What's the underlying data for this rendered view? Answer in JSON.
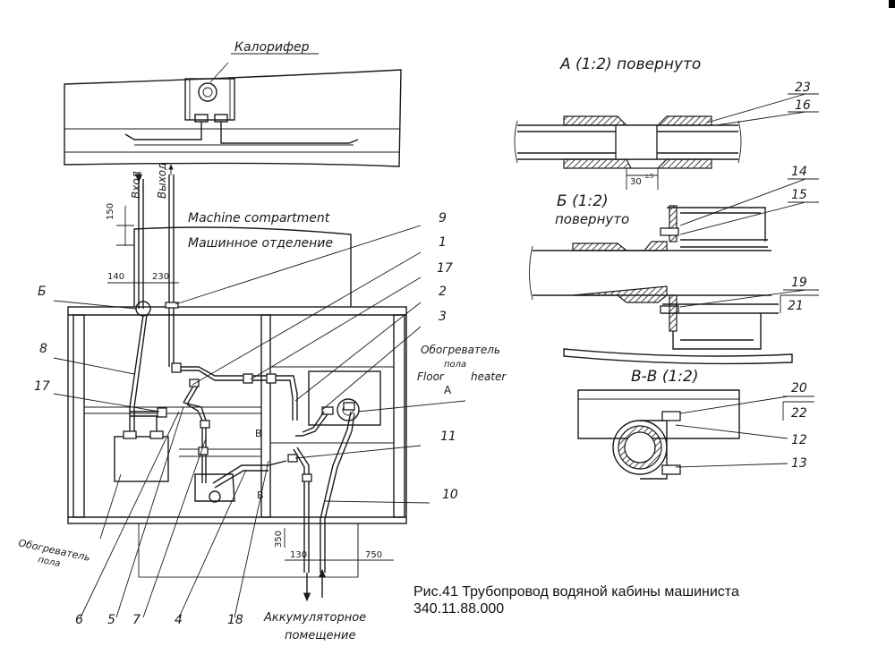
{
  "caption": {
    "line1": "Рис.41 Трубопровод водяной кабины машиниста",
    "line2": "340.11.88.000"
  },
  "labels": {
    "kalorifer": "Калорифер",
    "vhod": "Вход",
    "vyhod": "Выход",
    "machine_compartment_en": "Machine compartment",
    "machine_compartment_ru": "Машинное отделение",
    "obogrevatel_pola_right": "Обогреватель",
    "pola_right": "пола",
    "floor": "Floor",
    "heater": "heater",
    "obogrevatel_pola_left_1": "Обогреватель",
    "obogrevatel_pola_left_2": "пола",
    "akkum_1": "Аккумуляторное",
    "akkum_2": "помещение",
    "view_a": "А (1:2) повернуто",
    "view_b_1": "Б (1:2)",
    "view_b_2": "повернуто",
    "view_v": "В-В (1:2)",
    "marker_a": "А",
    "marker_b": "Б",
    "marker_v1": "В",
    "marker_v2": "В"
  },
  "dimensions": {
    "d150": "150",
    "d140": "140",
    "d230": "230",
    "d350": "350",
    "d130": "130",
    "d750": "750",
    "d30": "30",
    "d30_tol": "±5"
  },
  "callouts": {
    "n1": "1",
    "n2": "2",
    "n3": "3",
    "n4": "4",
    "n5": "5",
    "n6": "6",
    "n7": "7",
    "n8": "8",
    "n9": "9",
    "n10": "10",
    "n11": "11",
    "n12": "12",
    "n13": "13",
    "n14": "14",
    "n15": "15",
    "n16": "16",
    "n17a": "17",
    "n17b": "17",
    "n18": "18",
    "n19": "19",
    "n20": "20",
    "n21": "21",
    "n22": "22",
    "n23": "23"
  }
}
